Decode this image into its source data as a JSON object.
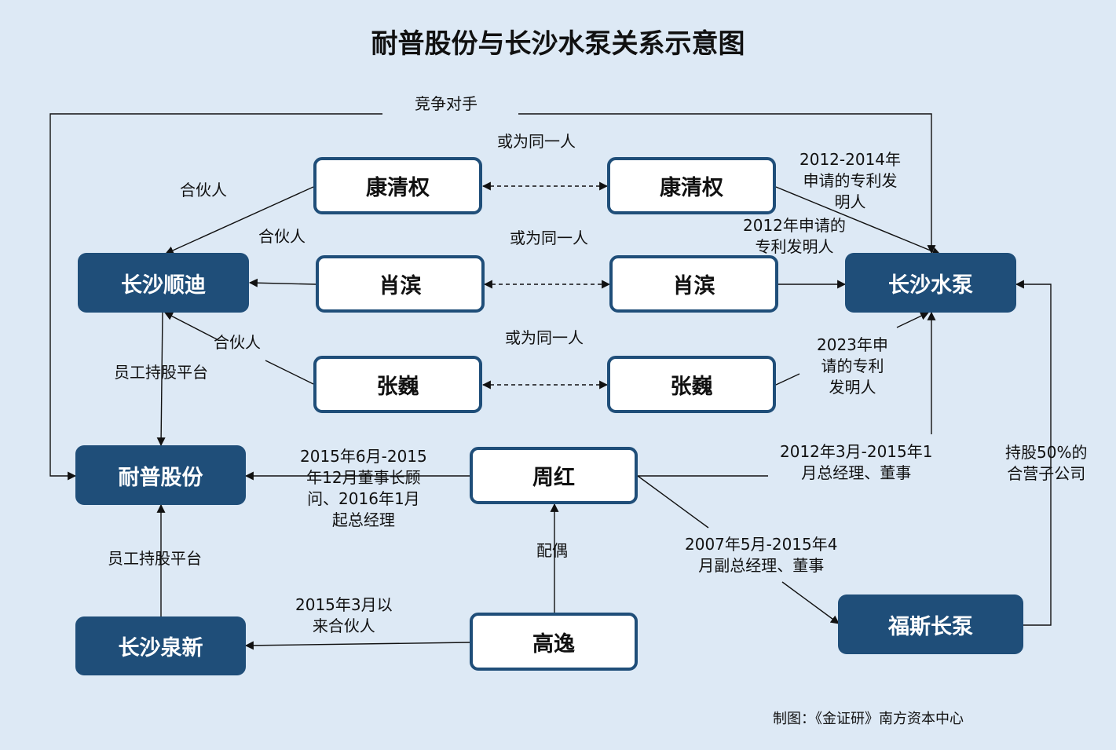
{
  "title": "耐普股份与长沙水泵关系示意图",
  "credit": "制图：《金证研》南方资本中心",
  "colors": {
    "background": "#dde9f5",
    "company_fill": "#1f4e79",
    "person_border": "#1f4e79",
    "connector": "#111111"
  },
  "nodes": {
    "kang_left": "康清权",
    "kang_right": "康清权",
    "xiao_left": "肖滨",
    "xiao_right": "肖滨",
    "zhang_left": "张巍",
    "zhang_right": "张巍",
    "changsha_shundi": "长沙顺迪",
    "changsha_pump": "长沙水泵",
    "naipu": "耐普股份",
    "zhou_hong": "周红",
    "fusi_pump": "福斯长泵",
    "changsha_quanxin": "长沙泉新",
    "gao_yi": "高逸"
  },
  "labels": {
    "competitor": "竞争对手",
    "same_person_1": "或为同一人",
    "same_person_2": "或为同一人",
    "same_person_3": "或为同一人",
    "partner_kang": "合伙人",
    "partner_xiao": "合伙人",
    "partner_zhang": "合伙人",
    "esop_shundi": "员工持股平台",
    "esop_quanxin": "员工持股平台",
    "patent_kang": [
      "2012-2014年",
      "申请的专利发",
      "明人"
    ],
    "patent_xiao": [
      "2012年申请的",
      "专利发明人"
    ],
    "patent_zhang": [
      "2023年申",
      "请的专利",
      "发明人"
    ],
    "zhou_pump_role": [
      "2012年3月-2015年1",
      "月总经理、董事"
    ],
    "zhou_naipu_role": [
      "2015年6月-2015",
      "年12月董事长顾",
      "问、2016年1月",
      "起总经理"
    ],
    "zhou_fusi_role": [
      "2007年5月-2015年4",
      "月副总经理、董事"
    ],
    "spouse": "配偶",
    "gao_partner": [
      "2015年3月以",
      "来合伙人"
    ],
    "fusi_jv": [
      "持股50%的",
      "合营子公司"
    ]
  }
}
